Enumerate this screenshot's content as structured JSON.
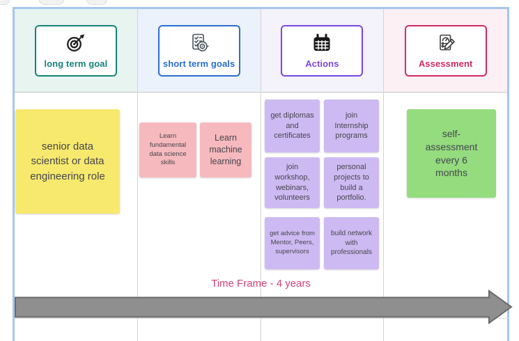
{
  "board": {
    "frame_border_color": "#a5c6ee",
    "timeframe": {
      "label": "Time Frame - 4 years",
      "color": "#d5417a"
    },
    "arrow": {
      "fill": "#8f8f8f",
      "stroke": "#6a6a6a"
    }
  },
  "columns": [
    {
      "header": {
        "label": "long term goal",
        "icon": "target-icon",
        "accent": "#15837a",
        "bg": "#e7f4f0"
      },
      "notes": [
        {
          "text": "senior data scientist or data engineering role",
          "color": "#f7e96d"
        }
      ]
    },
    {
      "header": {
        "label": "short term goals",
        "icon": "checklist-target-icon",
        "accent": "#2a6fd1",
        "bg": "#ecf2fb"
      },
      "notes": [
        {
          "text": "Learn fundamental data science skills",
          "color": "#f6b9bd"
        },
        {
          "text": "Learn machine learning",
          "color": "#f6b9bd"
        }
      ]
    },
    {
      "header": {
        "label": "Actions",
        "icon": "calendar-icon",
        "accent": "#7b45e6",
        "bg": "#f4f2fb"
      },
      "notes": [
        {
          "text": "get diplomas and certificates",
          "color": "#cebaf2"
        },
        {
          "text": "join Internship programs",
          "color": "#cebaf2"
        },
        {
          "text": "join workshop, webinars, volunteers",
          "color": "#cebaf2"
        },
        {
          "text": "personal projects to build a portfolio.",
          "color": "#cebaf2"
        },
        {
          "text": "get advice from Mentor, Peers, supervisors",
          "color": "#cebaf2"
        },
        {
          "text": "build network with professionals",
          "color": "#cebaf2"
        }
      ]
    },
    {
      "header": {
        "label": "Assessment",
        "icon": "assessment-document-icon",
        "accent": "#d02a66",
        "bg": "#fdf0f5"
      },
      "notes": [
        {
          "text": "self-assessment every 6 months",
          "color": "#94dc7e"
        }
      ]
    }
  ]
}
